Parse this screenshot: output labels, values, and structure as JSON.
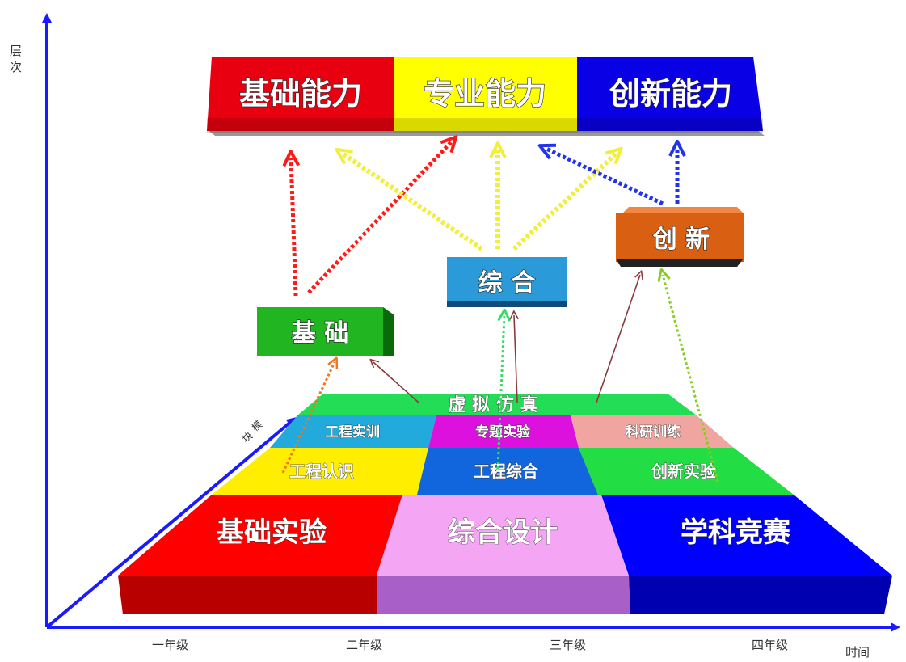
{
  "axes": {
    "y_label_chars": [
      "层",
      "次"
    ],
    "x_label": "时间",
    "z_label_chars": [
      "模",
      "块"
    ],
    "x_ticks": [
      "一年级",
      "二年级",
      "三年级",
      "四年级"
    ]
  },
  "abilities": {
    "basic": "基础能力",
    "professional": "专业能力",
    "innovation": "创新能力"
  },
  "levels": {
    "basic": "基 础",
    "comprehensive": "综 合",
    "innovation": "创 新"
  },
  "modules": {
    "simulation": "虚 拟 仿 真",
    "engineering_practice": "工程实训",
    "special_experiment": "专题实验",
    "research_training": "科研训练",
    "engineering_cognition": "工程认识",
    "engineering_comprehensive": "工程综合",
    "innovation_experiment": "创新实验",
    "basic_experiment": "基础实验",
    "comprehensive_design": "综合设计",
    "discipline_competition": "学科竞赛"
  },
  "colors": {
    "red": "#e3000f",
    "yellow": "#ffff00",
    "blue": "#0000e0",
    "green": "#22bb22",
    "cyan": "#2299dd",
    "orange": "#dd6611",
    "pink": "#e080e0",
    "magenta": "#dd11dd",
    "salmon": "#f0a0a0",
    "axis": "#1a1aff"
  }
}
